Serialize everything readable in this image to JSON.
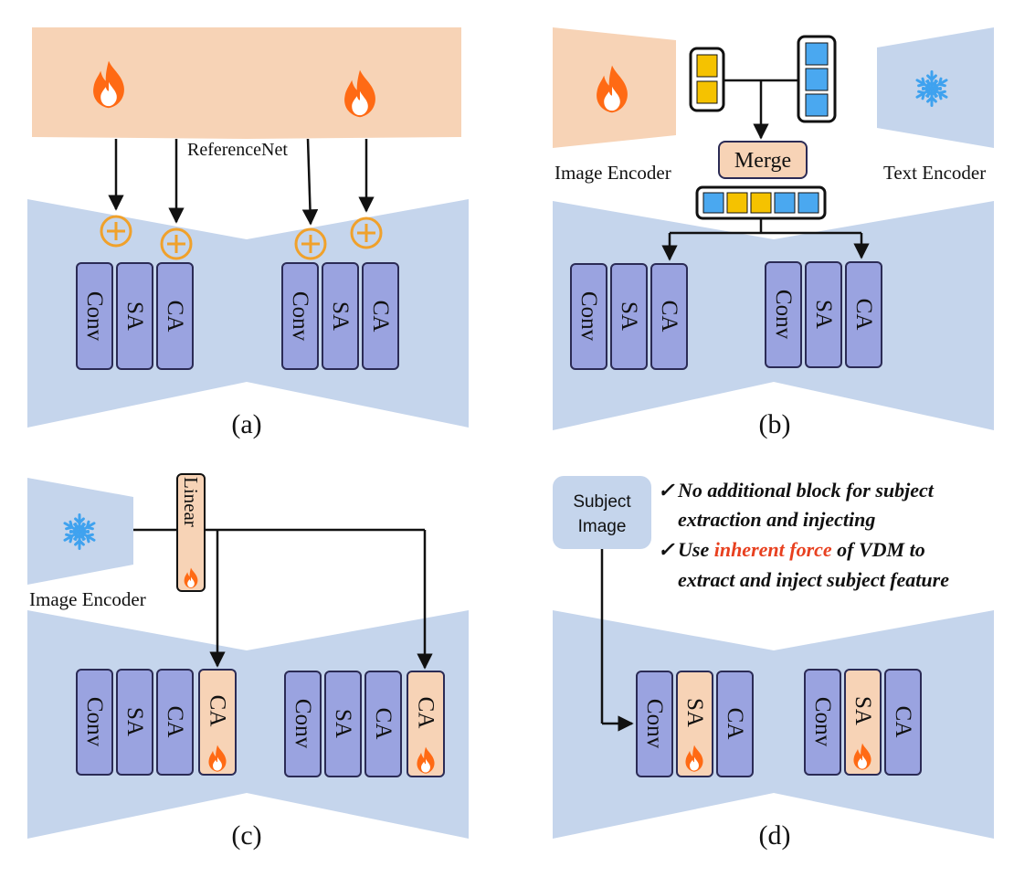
{
  "colors": {
    "unet_fill": "#c5d5ec",
    "peach_fill": "#f7d3b6",
    "block_blue": "#9aa3e0",
    "block_peach": "#f7d3b6",
    "block_stroke": "#2b2b55",
    "plus_orange": "#f0a12b",
    "token_yellow": "#f5c200",
    "token_blue": "#4aa8f0",
    "flame": "#ff6a14",
    "snowflake": "#3fa2ef",
    "highlight_red": "#e8401f"
  },
  "icons": [
    "flame-icon",
    "snowflake-icon",
    "plus-circle-icon",
    "checkmark-icon"
  ],
  "panels": {
    "a": {
      "caption": "(a)",
      "referencenet_label": "ReferenceNet",
      "blocks_left": [
        "Conv",
        "SA",
        "CA"
      ],
      "blocks_right": [
        "Conv",
        "SA",
        "CA"
      ]
    },
    "b": {
      "caption": "(b)",
      "image_encoder_label": "Image Encoder",
      "text_encoder_label": "Text Encoder",
      "merge_label": "Merge",
      "blocks_left": [
        "Conv",
        "SA",
        "CA"
      ],
      "blocks_right": [
        "Conv",
        "SA",
        "CA"
      ]
    },
    "c": {
      "caption": "(c)",
      "image_encoder_label": "Image Encoder",
      "linear_label": "Linear",
      "blocks_left": [
        "Conv",
        "SA",
        "CA",
        "CA"
      ],
      "blocks_right": [
        "Conv",
        "SA",
        "CA",
        "CA"
      ]
    },
    "d": {
      "caption": "(d)",
      "subject_image_line1": "Subject",
      "subject_image_line2": "Image",
      "note1_line1": "No additional block for subject",
      "note1_line2": "extraction and injecting",
      "note2_prefix": "Use ",
      "note2_highlight": "inherent force",
      "note2_suffix": " of VDM to",
      "note2_line2": "extract and inject subject feature",
      "check_mark": "✓",
      "blocks_left": [
        "Conv",
        "SA",
        "CA"
      ],
      "blocks_right": [
        "Conv",
        "SA",
        "CA"
      ]
    }
  }
}
